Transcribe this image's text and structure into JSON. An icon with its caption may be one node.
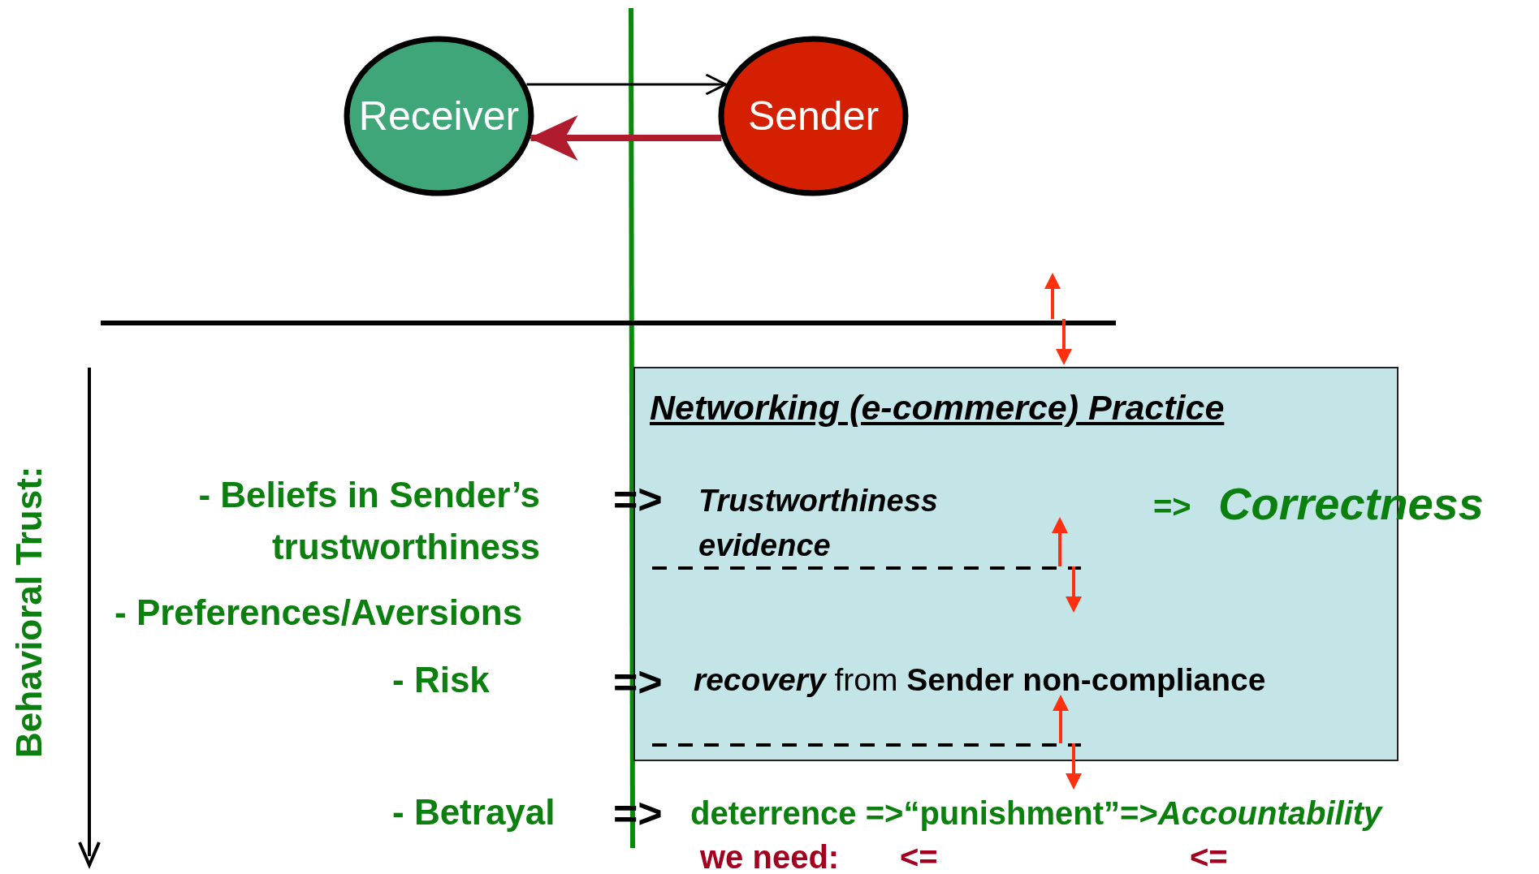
{
  "diagram": {
    "nodes": [
      {
        "text": [
          "Receiver"
        ]
      },
      {
        "text": [
          "Sender"
        ]
      },
      {
        "text": [
          "Networking (e-commerce) Practice",
          "Trustworthiness evidence",
          "*recovery* from **Sender non-compliance**"
        ]
      }
    ],
    "edges": [
      {
        "from": 0,
        "to": 1,
        "arrow": "to"
      },
      {
        "from": 1,
        "to": 0,
        "arrow": "to",
        "style": "thick",
        "color": "#b01c2e"
      }
    ],
    "labels": [
      "Behavioral Trust:",
      "- Beliefs in Sender’s trustworthiness",
      "=>",
      "=>",
      "Correctness",
      "- Preferences/Aversions",
      "- Risk",
      "=>",
      "- Betrayal",
      "=>",
      "deterrence =>“punishment”=>*Accountability*",
      "we need:",
      "<=",
      "<="
    ]
  }
}
